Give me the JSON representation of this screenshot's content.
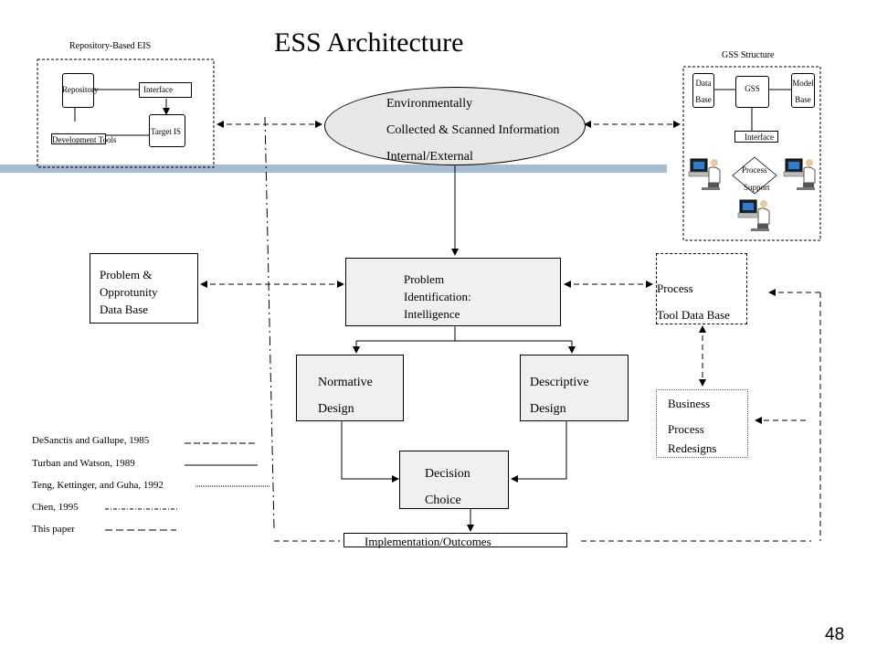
{
  "title": "ESS Architecture",
  "page_number": "48",
  "repository_eis": {
    "caption": "Repository-Based EIS",
    "repository": "Repository",
    "interface": "Interface",
    "target_is": "Target IS",
    "development_tools": "Development Tools"
  },
  "gss": {
    "caption": "GSS Structure",
    "data_base_1": "Data",
    "data_base_2": "Base",
    "gss": "GSS",
    "model_base_1": "Model",
    "model_base_2": "Base",
    "interface": "Interface",
    "process_support_1": "Process",
    "process_support_2": "Support"
  },
  "environment": {
    "line1": "Environmentally",
    "line2": "Collected & Scanned Information",
    "line3": "Internal/External"
  },
  "problem_db": {
    "line1": "Problem &",
    "line2": "Opprotunity",
    "line3": "Data Base"
  },
  "problem_id": {
    "line1": "Problem",
    "line2": "Identification:",
    "line3": "Intelligence"
  },
  "process_tool": {
    "line1": "Process",
    "line2": "Tool Data Base"
  },
  "normative": {
    "line1": "Normative",
    "line2": "Design"
  },
  "descriptive": {
    "line1": "Descriptive",
    "line2": "Design"
  },
  "business": {
    "line1": "Business",
    "line2": "Process",
    "line3": "Redesigns"
  },
  "decision": {
    "line1": "Decision",
    "line2": "Choice"
  },
  "implementation": "Implementation/Outcomes",
  "legend": [
    "DeSanctis and Gallupe, 1985",
    "Turban and Watson, 1989",
    "Teng, Kettinger, and Guha, 1992",
    "Chen, 1995",
    "This paper"
  ],
  "colors": {
    "band": "#a9bdd0",
    "box_fill": "#f0f0f0",
    "ellipse_fill": "#e8e8e8"
  }
}
